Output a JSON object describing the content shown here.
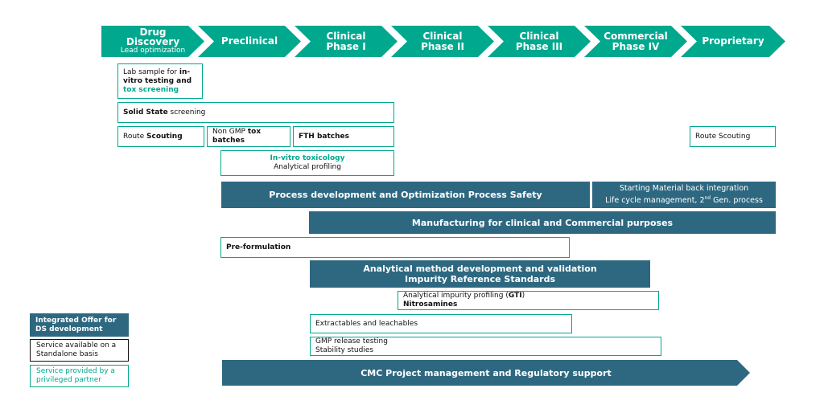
{
  "colors": {
    "phase_green": "#00a88e",
    "dark_teal": "#2e6880",
    "teal_text": "#00a88e"
  },
  "phases": [
    {
      "label": "Drug Discovery",
      "sub": "Lead optimization"
    },
    {
      "label": "Preclinical",
      "sub": ""
    },
    {
      "label": "Clinical",
      "label2": "Phase I"
    },
    {
      "label": "Clinical",
      "label2": "Phase II"
    },
    {
      "label": "Clinical",
      "label2": "Phase III"
    },
    {
      "label": "Commercial",
      "label2": "Phase IV"
    },
    {
      "label": "Proprietary",
      "sub": ""
    }
  ],
  "boxes": {
    "lab_sample": {
      "a": "Lab sample for ",
      "b": "in-vitro testing and",
      "c": "tox screening"
    },
    "solid_state": {
      "a": "Solid State",
      "b": " screening"
    },
    "route_scouting_left": {
      "a": "Route ",
      "b": "Scouting"
    },
    "non_gmp": {
      "a": "Non GMP ",
      "b": "tox",
      "c": "batches"
    },
    "fth": "FTH batches",
    "route_scouting_right": "Route Scouting",
    "invitro": {
      "title": "In-vitro toxicology",
      "sub": "Analytical profiling"
    },
    "process_dev": "Process development and Optimization Process Safety",
    "starting_material": {
      "line1": "Starting Material back integration",
      "line2a": "Life cycle management, 2",
      "sup": "nd",
      "line2b": " Gen. process"
    },
    "manufacturing": "Manufacturing for clinical and Commercial purposes",
    "preformulation": "Pre-formulation",
    "analytical_method": {
      "line1": "Analytical method development and validation",
      "line2": "Impurity Reference Standards"
    },
    "impurity_profiling": {
      "a": "Analytical impurity profiling (",
      "b": "GTI",
      "c": ")",
      "line2": "Nitrosamines"
    },
    "extractables": "Extractables and leachables",
    "gmp_release": {
      "line1": "GMP release testing",
      "line2": "Stability studies"
    },
    "cmc": "CMC Project management and Regulatory support"
  },
  "legend": {
    "integrated": {
      "line1": "Integrated Offer for",
      "line2": "DS development"
    },
    "standalone": {
      "line1": "Service available on a",
      "line2": "Standalone basis"
    },
    "partner": {
      "line1": "Service provided by a",
      "line2": "privileged partner"
    }
  }
}
